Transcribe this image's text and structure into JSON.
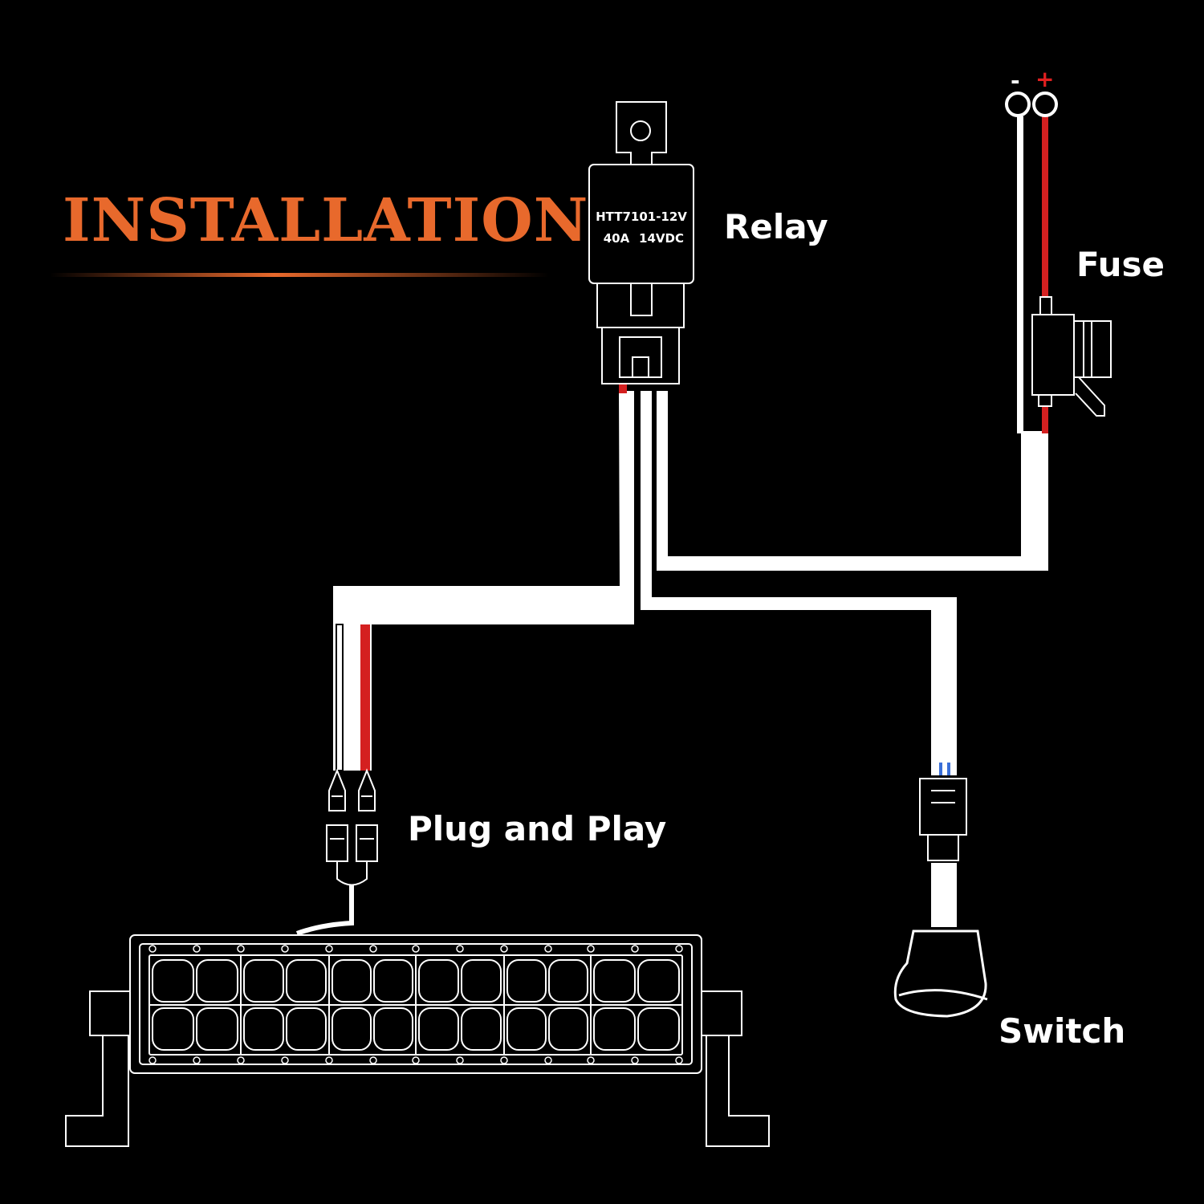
{
  "title": "INSTALLATION",
  "labels": {
    "relay": "Relay",
    "fuse": "Fuse",
    "plug_and_play": "Plug and Play",
    "switch": "Switch"
  },
  "relay_spec": {
    "model": "HTT7101-12V",
    "rating_current": "40A",
    "rating_voltage": "14VDC"
  },
  "battery_terminals": {
    "negative": "-",
    "positive": "+"
  },
  "colors": {
    "background": "#000000",
    "title_accent": "#e8692c",
    "wire_white": "#ffffff",
    "wire_red": "#d42020",
    "wire_blue": "#3a6fd8"
  }
}
